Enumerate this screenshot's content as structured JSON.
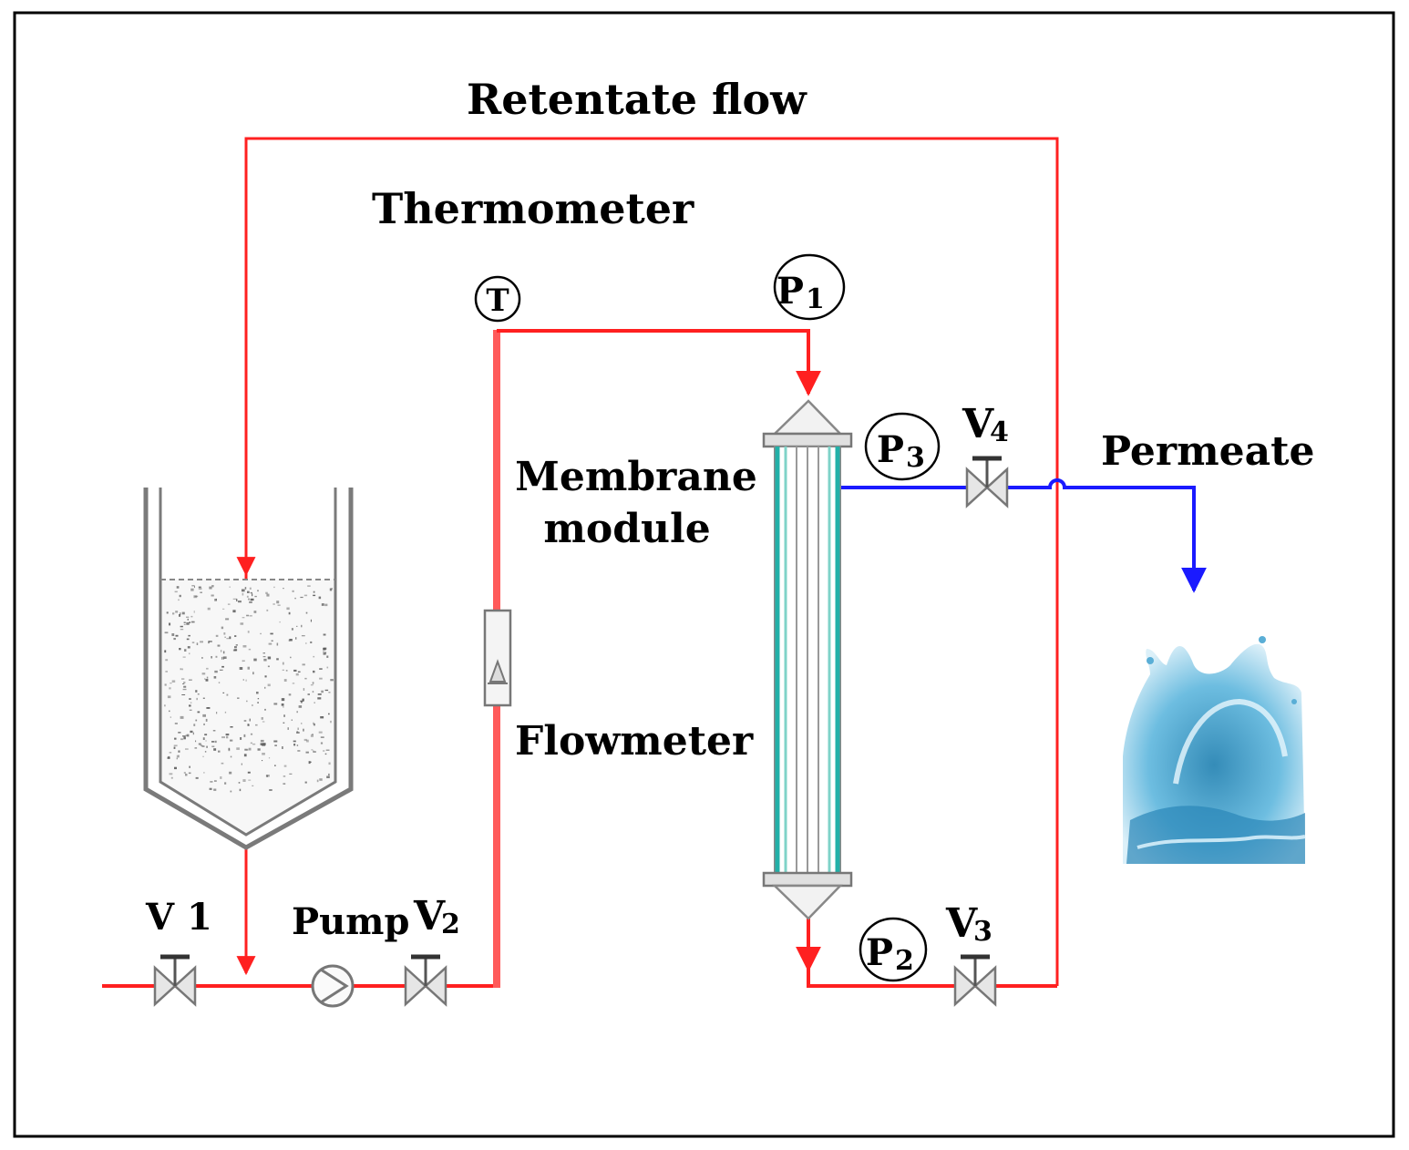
{
  "labels": {
    "retentate_flow": "Retentate flow",
    "thermometer": "Thermometer",
    "membrane_line1": "Membrane",
    "membrane_line2": "module",
    "flowmeter": "Flowmeter",
    "permeate": "Permeate",
    "pump": "Pump",
    "v1": "V 1",
    "v2_main": "V",
    "v2_sub": "2",
    "v3_main": "V",
    "v3_sub": "3",
    "v4_main": "V",
    "v4_sub": "4"
  },
  "gauges": {
    "t": "T",
    "p1_main": "P",
    "p1_sub": "1",
    "p2_main": "P",
    "p2_sub": "2",
    "p3_main": "P",
    "p3_sub": "3"
  },
  "colors": {
    "retentate_line": "#ff2020",
    "permeate_line": "#1a1aff",
    "membrane_fiber": "#22b0a8",
    "water": "#3a9cc8"
  }
}
